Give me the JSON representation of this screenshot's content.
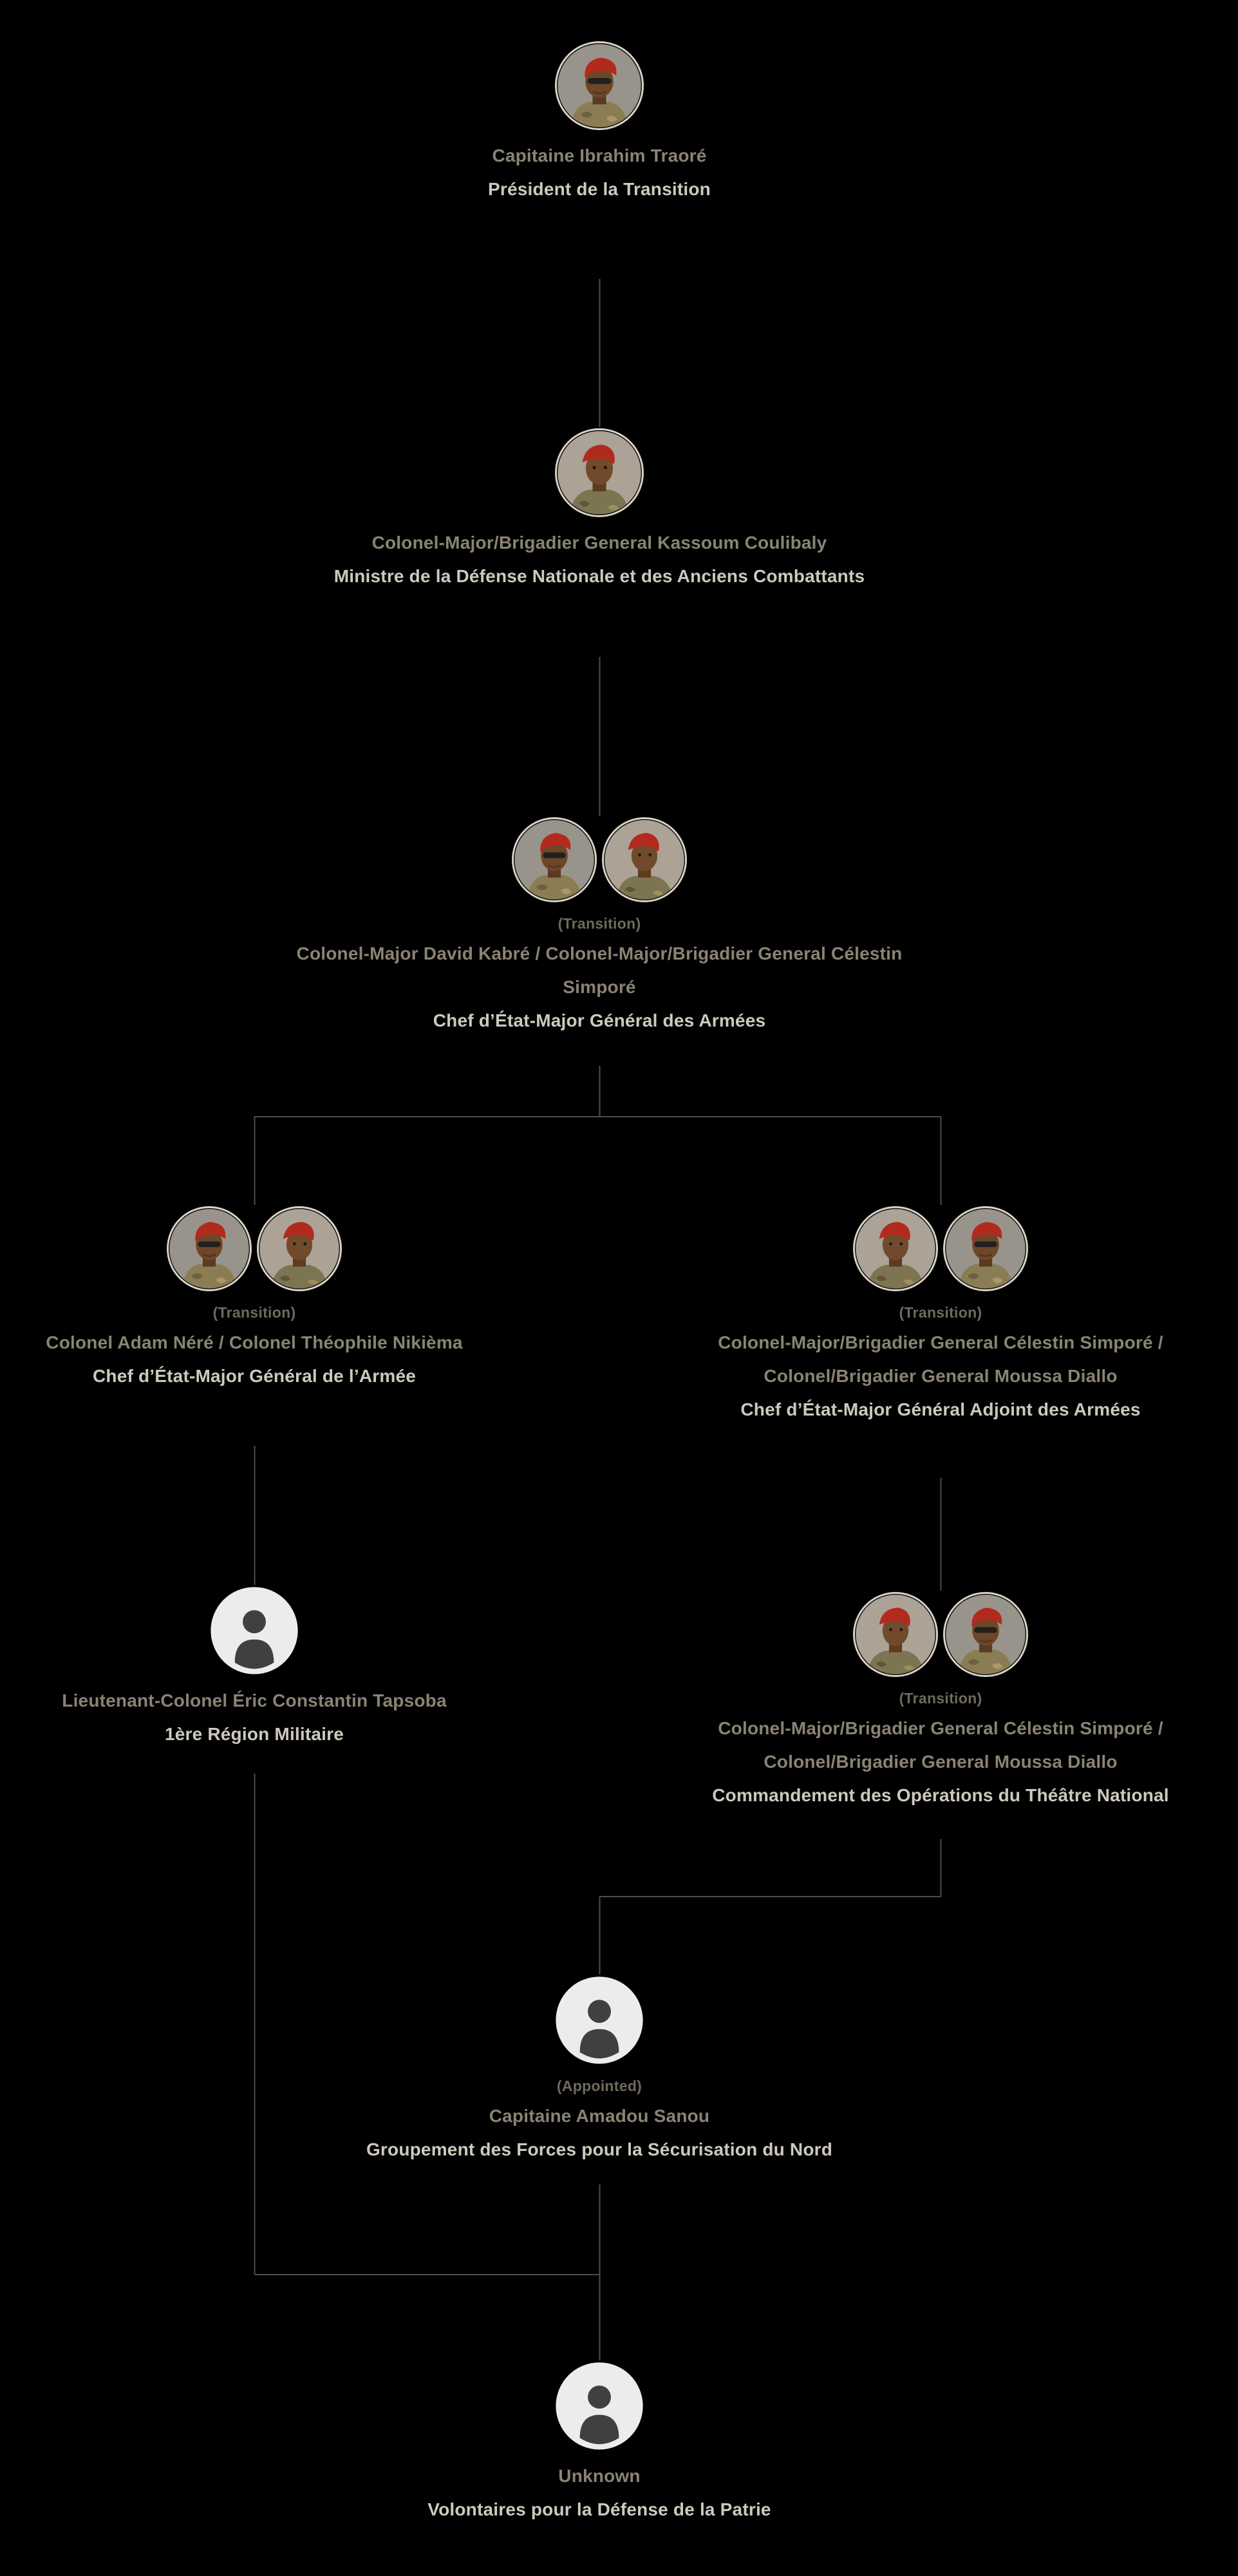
{
  "meta": {
    "kind": "military-org-chart",
    "country_context": "Burkina Faso transition government command structure"
  },
  "colors": {
    "bg": "#000000",
    "line": "#4e4e4e",
    "name": "#8a8373",
    "title": "#cdc9bd",
    "badge": "#6f6a5d",
    "beret": "#b22a1e"
  },
  "nodes": [
    {
      "badge": "",
      "name": "Capitaine Ibrahim Traoré",
      "title": "Président de la Transition",
      "avatar": "photo-single"
    },
    {
      "badge": "",
      "name": "Colonel-Major/Brigadier General Kassoum Coulibaly",
      "title": "Ministre de la Défense Nationale et des Anciens Combattants",
      "avatar": "photo-single"
    },
    {
      "badge": "(Transition)",
      "name": "Colonel-Major David Kabré / Colonel-Major/Brigadier General Célestin Simporé",
      "title": "Chef d’État-Major Général des Armées",
      "avatar": "photo-pair"
    },
    {
      "badge": "(Transition)",
      "name": "Colonel Adam Néré / Colonel Théophile Nikièma",
      "title": "Chef d’État-Major Général de l’Armée",
      "avatar": "photo-pair"
    },
    {
      "badge": "(Transition)",
      "name": "Colonel-Major/Brigadier General Célestin Simporé / Colonel/Brigadier General Moussa Diallo",
      "title": "Chef d’État-Major Général Adjoint des Armées",
      "avatar": "photo-pair"
    },
    {
      "badge": "",
      "name": "Lieutenant-Colonel Éric Constantin Tapsoba",
      "title": "1ère Région Militaire",
      "avatar": "placeholder"
    },
    {
      "badge": "(Transition)",
      "name": "Colonel-Major/Brigadier General Célestin Simporé / Colonel/Brigadier General Moussa Diallo",
      "title": "Commandement des Opérations du Théâtre National",
      "avatar": "photo-pair"
    },
    {
      "badge": "(Appointed)",
      "name": "Capitaine Amadou Sanou",
      "title": "Groupement des Forces pour la Sécurisation du Nord",
      "avatar": "placeholder"
    },
    {
      "badge": "",
      "name": "Unknown",
      "title": "Volontaires pour la Défense de la Patrie",
      "avatar": "placeholder"
    }
  ],
  "edges": [
    {
      "from": 0,
      "to": 1
    },
    {
      "from": 1,
      "to": 2
    },
    {
      "from": 2,
      "to": 3
    },
    {
      "from": 2,
      "to": 4
    },
    {
      "from": 3,
      "to": 5
    },
    {
      "from": 4,
      "to": 6
    },
    {
      "from": 6,
      "to": 7
    },
    {
      "from": 5,
      "to": 8
    },
    {
      "from": 7,
      "to": 8
    }
  ]
}
